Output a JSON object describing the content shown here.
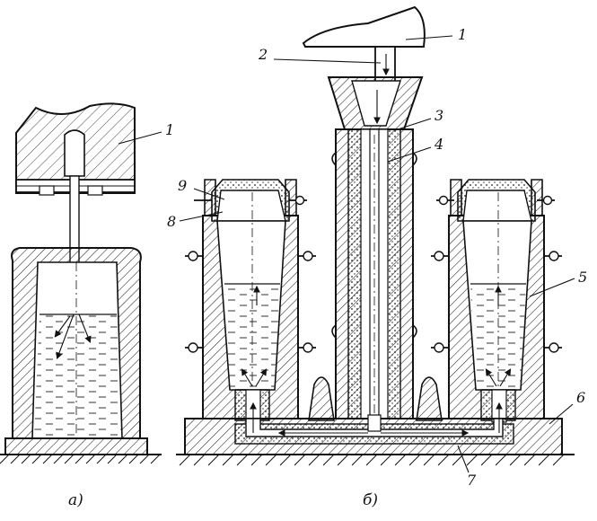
{
  "labels": {
    "l1a": "1",
    "l1b": "1",
    "l2": "2",
    "l3": "3",
    "l4": "4",
    "l5": "5",
    "l6": "6",
    "l7": "7",
    "l8": "8",
    "l9": "9"
  },
  "captions": {
    "a": "а)",
    "b": "б)"
  }
}
